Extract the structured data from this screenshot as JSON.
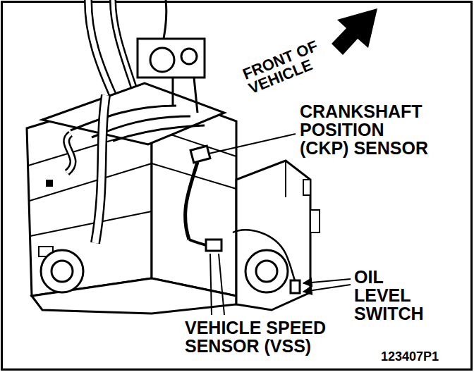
{
  "diagram": {
    "labels": [
      "FRONT OF VEHICLE",
      "CRANKSHAFT POSITION (CKP) SENSOR",
      "OIL LEVEL SWITCH",
      "VEHICLE SPEED SENSOR (VSS)",
      "123407P1"
    ]
  }
}
